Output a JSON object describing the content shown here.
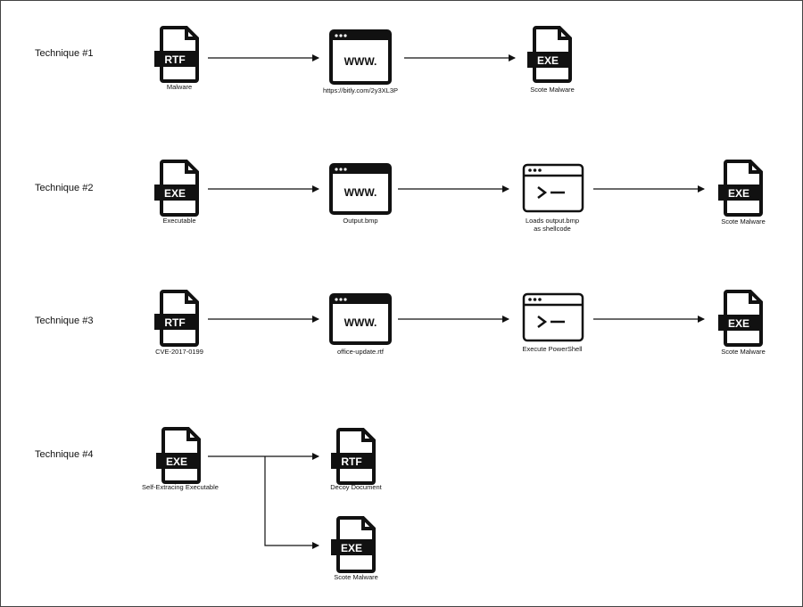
{
  "techniques": [
    {
      "label": "Technique #1",
      "nodes": [
        {
          "icon": "rtf-file-icon",
          "badge": "RTF",
          "caption": "Malware"
        },
        {
          "icon": "browser-window-icon",
          "badge": "WWW.",
          "caption": "https://bitly.com/2y3XL3P"
        },
        {
          "icon": "exe-file-icon",
          "badge": "EXE",
          "caption": "Scote Malware"
        }
      ]
    },
    {
      "label": "Technique #2",
      "nodes": [
        {
          "icon": "exe-file-icon",
          "badge": "EXE",
          "caption": "Executable"
        },
        {
          "icon": "browser-window-icon",
          "badge": "WWW.",
          "caption": "Output.bmp"
        },
        {
          "icon": "terminal-window-icon",
          "badge": ">_",
          "caption": "Loads output.bmp\nas shellcode"
        },
        {
          "icon": "exe-file-icon",
          "badge": "EXE",
          "caption": "Scote Malware"
        }
      ]
    },
    {
      "label": "Technique #3",
      "nodes": [
        {
          "icon": "rtf-file-icon",
          "badge": "RTF",
          "caption": "CVE-2017-0199"
        },
        {
          "icon": "browser-window-icon",
          "badge": "WWW.",
          "caption": "office-update.rtf"
        },
        {
          "icon": "terminal-window-icon",
          "badge": ">_",
          "caption": "Execute PowerShell"
        },
        {
          "icon": "exe-file-icon",
          "badge": "EXE",
          "caption": "Scote Malware"
        }
      ]
    },
    {
      "label": "Technique #4",
      "nodes": [
        {
          "icon": "exe-file-icon",
          "badge": "EXE",
          "caption": "Self-Extracing Executable"
        },
        {
          "icon": "rtf-file-icon",
          "badge": "RTF",
          "caption": "Decoy Document"
        },
        {
          "icon": "exe-file-icon",
          "badge": "EXE",
          "caption": "Scote Malware"
        }
      ]
    }
  ]
}
